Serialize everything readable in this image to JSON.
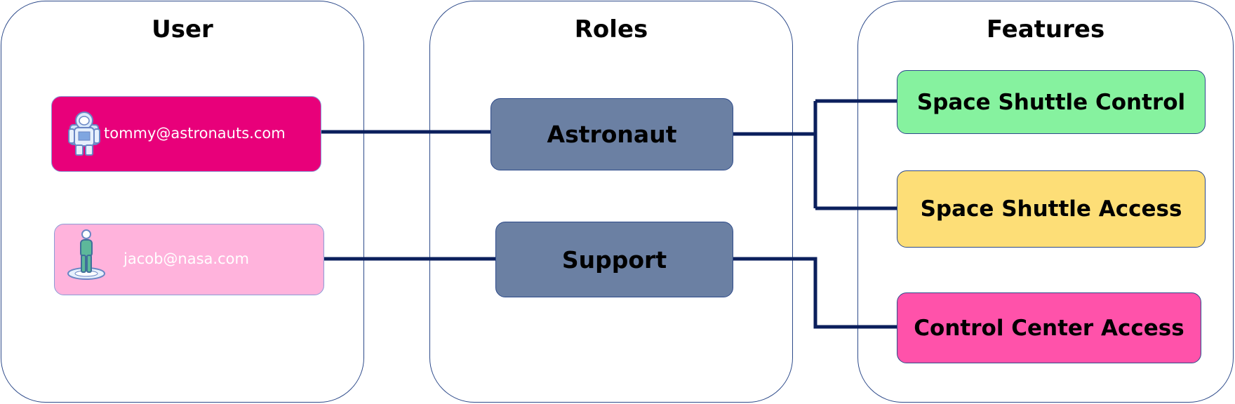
{
  "lanes": {
    "user": {
      "title": "User"
    },
    "roles": {
      "title": "Roles"
    },
    "features": {
      "title": "Features"
    }
  },
  "users": [
    {
      "email": "tommy@astronauts.com",
      "icon": "astronaut-icon",
      "color": "#e8007a"
    },
    {
      "email": "jacob@nasa.com",
      "icon": "person-icon",
      "color": "#ffb3dc"
    }
  ],
  "roles": [
    {
      "label": "Astronaut",
      "color": "#6b80a3"
    },
    {
      "label": "Support",
      "color": "#6b80a3"
    }
  ],
  "features": [
    {
      "label": "Space Shuttle Control",
      "color": "#86f29f"
    },
    {
      "label": "Space Shuttle Access",
      "color": "#fdde77"
    },
    {
      "label": "Control Center Access",
      "color": "#ff52aa"
    }
  ],
  "connections": [
    {
      "from": "tommy@astronauts.com",
      "to": "Astronaut"
    },
    {
      "from": "jacob@nasa.com",
      "to": "Support"
    },
    {
      "from": "Astronaut",
      "to": "Space Shuttle Control"
    },
    {
      "from": "Astronaut",
      "to": "Space Shuttle Access"
    },
    {
      "from": "Support",
      "to": "Control Center Access"
    }
  ],
  "colors": {
    "connector": "#0b1f5c",
    "lane_border": "#2d4a8a"
  }
}
